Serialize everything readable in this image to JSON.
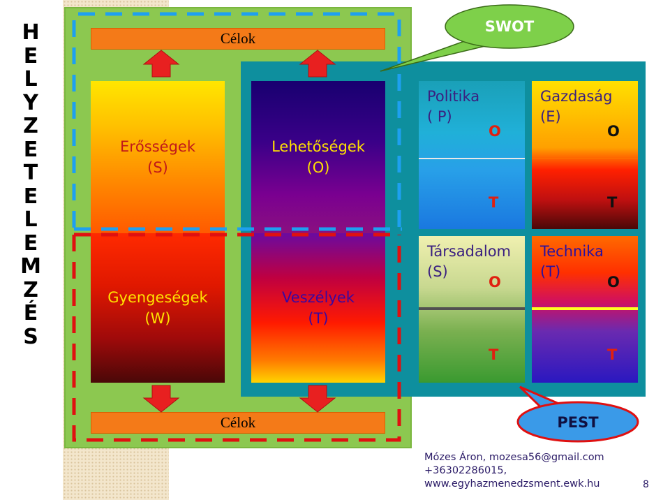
{
  "vertical_title_letters": [
    "H",
    "E",
    "L",
    "Y",
    "Z",
    "E",
    "T",
    "E",
    "L",
    "E",
    "M",
    "Z",
    "É",
    "S"
  ],
  "goals": {
    "top": "Célok",
    "bottom": "Célok"
  },
  "swot": {
    "callout": "SWOT",
    "strengths": {
      "name": "Erősségek",
      "letter": "(S)"
    },
    "weaknesses": {
      "name": "Gyengeségek",
      "letter": "(W)"
    },
    "opportunities": {
      "name": "Lehetőségek",
      "letter": "(O)"
    },
    "threats": {
      "name": "Veszélyek",
      "letter": "(T)"
    }
  },
  "pest": {
    "callout": "PEST",
    "political": {
      "name": "Politika",
      "letter": "( P)",
      "o": "O",
      "t": "T"
    },
    "economic": {
      "name": "Gazdaság",
      "letter": "(E)",
      "o": "O",
      "t": "T"
    },
    "social": {
      "name": "Társadalom",
      "letter": "(S)",
      "o": "O",
      "t": "T"
    },
    "technological": {
      "name": "Technika",
      "letter": "(T)",
      "o": "O",
      "t": "T"
    }
  },
  "footer": {
    "line1": "Mózes Áron, mozesa56@gmail.com",
    "line2": "+36302286015,",
    "line3": "www.egyhazmenedzsment.ewk.hu",
    "page": "8"
  },
  "colors": {
    "green": "#8cc850",
    "teal": "#0e8f9e",
    "goal_bar": "#f47a18",
    "blue_dash": "#1ea0f0",
    "red_dash": "#e01010",
    "arrow": "#e82020"
  }
}
